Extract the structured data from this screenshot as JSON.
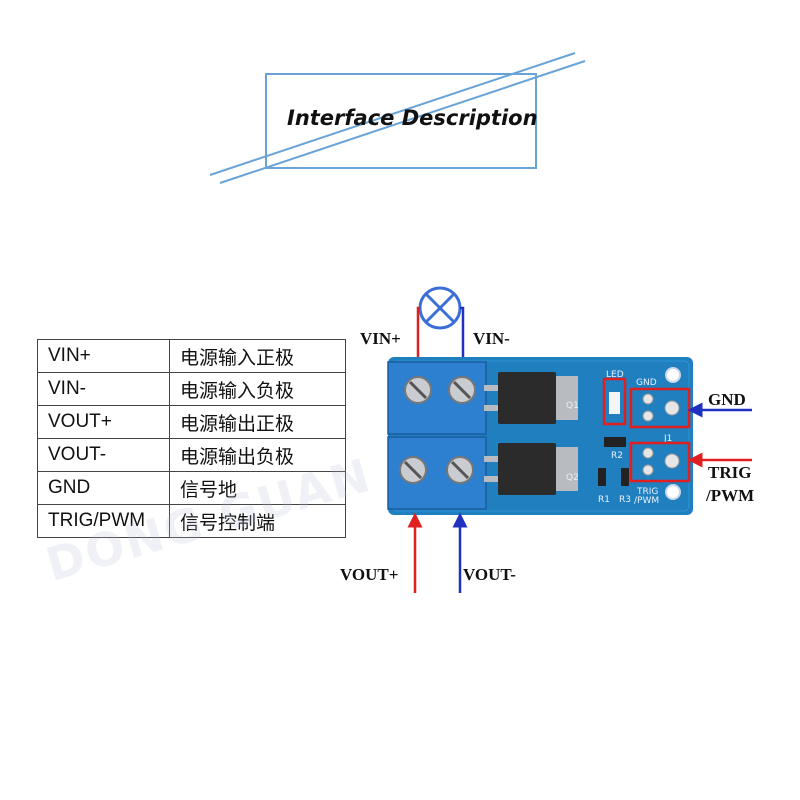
{
  "header": {
    "title": "Interface Description"
  },
  "pin_table": {
    "rows": [
      {
        "pin": "VIN+",
        "desc": "电源输入正极"
      },
      {
        "pin": "VIN-",
        "desc": "电源输入负极"
      },
      {
        "pin": "VOUT+",
        "desc": "电源输出正极"
      },
      {
        "pin": "VOUT-",
        "desc": "电源输出负极"
      },
      {
        "pin": "GND",
        "desc": "信号地"
      },
      {
        "pin": "TRIG/PWM",
        "desc": "信号控制端"
      }
    ]
  },
  "diagram": {
    "labels": {
      "vin_plus": "VIN+",
      "vin_minus": "VIN-",
      "vout_plus": "VOUT+",
      "vout_minus": "VOUT-",
      "gnd": "GND",
      "trig_line1": "TRIG",
      "trig_line2": "/PWM"
    },
    "board_silkscreen": {
      "led": "LED",
      "gnd": "GND",
      "j1": "J1",
      "q1": "Q1",
      "q2": "Q2",
      "r1": "R1",
      "r2": "R2",
      "r3": "R3",
      "trig_pwm": "TRIG\n/PWM"
    },
    "colors": {
      "board": "#1f7fbf",
      "terminal": "#2d7fd0",
      "positive_arrow": "#e02020",
      "negative_arrow": "#2030c0",
      "highlight_box": "#e02020"
    }
  },
  "watermark": "DONG GUAN HENG"
}
